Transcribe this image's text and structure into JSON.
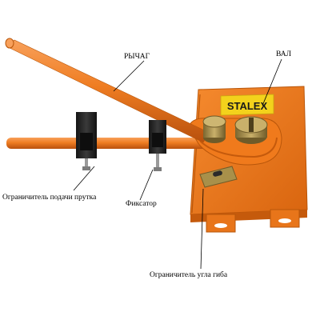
{
  "labels": {
    "lever": "РЫЧАГ",
    "shaft": "ВАЛ",
    "feed_stop": "Ограничитель подачи прутка",
    "clamp": "Фиксатор",
    "angle_stop": "Ограничитель угла гиба"
  },
  "brand": "STALEX",
  "colors": {
    "machine_orange": "#f07a1c",
    "rod_orange": "#ef7d22",
    "brand_yellow": "#f3d21c",
    "brass": "#a8904a",
    "dark_block": "#2a2a2a",
    "background": "#ffffff"
  }
}
